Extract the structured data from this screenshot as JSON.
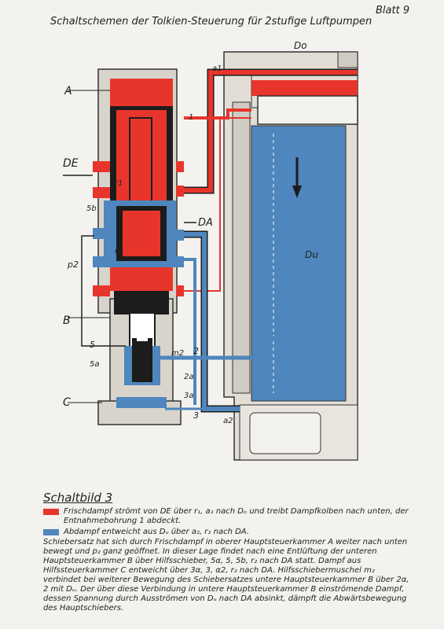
{
  "header": {
    "title": "Schaltschemen der Tolkien-Steuerung für 2stufige Luftpumpen",
    "sheet": "Blatt 9"
  },
  "colors": {
    "steam_live": "#e8352c",
    "steam_exhaust": "#4e86bd",
    "casing": "#d8d4cc",
    "dark": "#1c1c1c"
  },
  "labels": {
    "A": "A",
    "B": "B",
    "C": "C",
    "DE": "DE",
    "DA": "DA",
    "Do": "Do",
    "Du": "Du",
    "p2": "p2",
    "a1": "a1",
    "a2": "a2",
    "one": "1",
    "two": "2",
    "three": "3",
    "two_a": "2a",
    "three_a": "3a",
    "five": "5",
    "five_a": "5a",
    "five_b": "5b",
    "r1": "r1",
    "r2": "r2",
    "m2": "m2"
  },
  "caption": {
    "title": "Schaltbild 3",
    "legend_red": "Frischdampf strömt von DE über r₁, a₁ nach Dₒ und treibt Dampfkolben nach unten, der Entnahmebohrung 1 abdeckt.",
    "legend_blue": "Abdampf entweicht aus Dᵤ über a₂, r₂ nach DA.",
    "description": "Schiebersatz hat sich durch Frischdampf in oberer Hauptsteuerkammer A weiter nach unten bewegt und p₂ ganz geöffnet. In dieser Lage findet nach eine Entlüftung der unteren Hauptsteuerkammer B über Hilfsschieber, 5α, 5, 5b, r₂ nach DA statt. Dampf aus Hilfssteuerkammer C entweicht über 3α, 3, α2, r₂ nach DA. Hilfsschiebermuschel m₂ verbindet bei weiterer Bewegung des Schiebersatzes untere Hauptsteuerkammer B über 2α, 2 mit Dᵤ. Der über diese Verbindung in untere Hauptsteuerkammer B einströmende Dampf, dessen Spannung durch Ausströmen von Dᵤ nach DA absinkt, dämpft die Abwärtsbewegung des Hauptschiebers."
  }
}
